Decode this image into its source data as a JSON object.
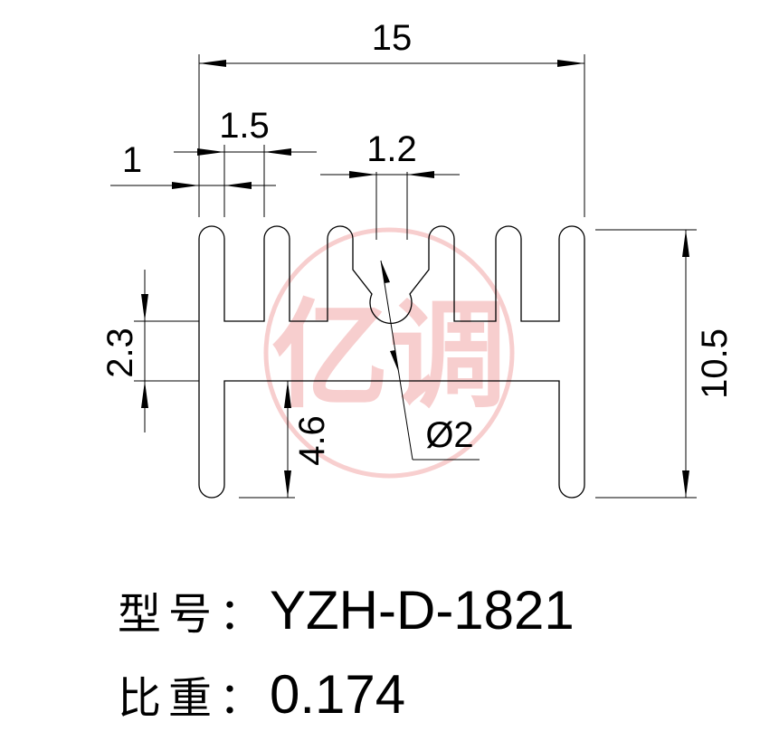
{
  "dimensions": {
    "overall_width": "15",
    "fin_thickness": "1",
    "fin_pitch": "1.5",
    "slot_width": "1.2",
    "base_thickness": "2.3",
    "overall_height": "10.5",
    "lower_fin_height": "4.6",
    "hole_diameter": "Ø2"
  },
  "watermark": {
    "text": "亿调",
    "color": "#f2a7a7"
  },
  "info": {
    "model_label": "型号：",
    "model_value": "YZH-D-1821",
    "weight_label": "比重：",
    "weight_value": "0.174"
  }
}
